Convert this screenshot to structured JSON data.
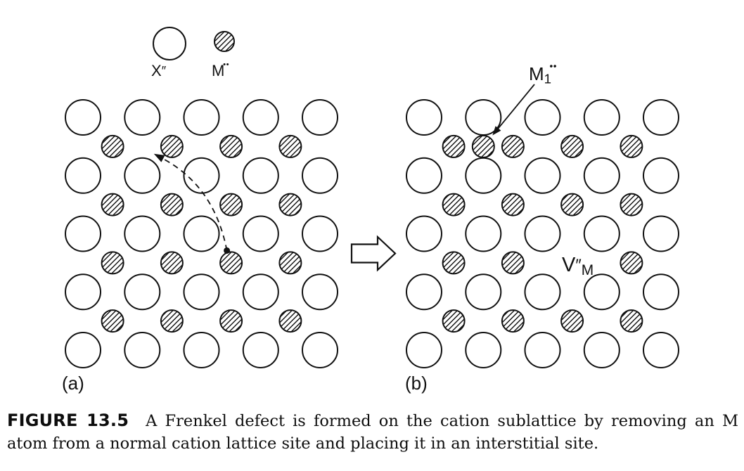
{
  "colors": {
    "ink": "#111111",
    "paper": "#ffffff"
  },
  "legend": {
    "anion_label": {
      "parts": [
        {
          "t": "X",
          "kind": "base"
        },
        {
          "t": "″",
          "kind": "prime"
        }
      ]
    },
    "cation_label": {
      "parts": [
        {
          "t": "M",
          "kind": "base"
        },
        {
          "t": "••",
          "kind": "dots"
        }
      ]
    }
  },
  "panels": {
    "a_label": "(a)",
    "b_label": "(b)"
  },
  "annotations": {
    "interstitial_label": {
      "parts": [
        {
          "t": "M",
          "kind": "base"
        },
        {
          "t": "1",
          "kind": "sub"
        },
        {
          "t": "••",
          "kind": "dots"
        }
      ]
    },
    "vacancy_label": {
      "parts": [
        {
          "t": "V",
          "kind": "base"
        },
        {
          "t": "″",
          "kind": "prime"
        },
        {
          "t": "M",
          "kind": "sub"
        }
      ]
    }
  },
  "caption": {
    "label": "FIGURE 13.5",
    "text": "A Frenkel defect is formed on the cation sublattice by removing an M atom from a normal cation lattice site and placing it in an interstitial site."
  },
  "lattice": {
    "anion_cols": 5,
    "anion_rows": 5,
    "cation_cols": 4,
    "cation_rows": 4,
    "col_spacing": 84.25,
    "row_spacing": 82.75,
    "anion_radius": 25,
    "cation_radius": 15.5,
    "panel_a_origin": [
      118,
      167
    ],
    "panel_b_origin": [
      603,
      167
    ],
    "panel_a": {
      "vacancies": [],
      "interstitials": [],
      "moving_cation_site": [
        2,
        2
      ],
      "target_interstitial_site": [
        1,
        0
      ]
    },
    "panel_b": {
      "vacancies": [
        [
          2,
          2
        ]
      ],
      "interstitials": [
        [
          1,
          0
        ]
      ]
    }
  }
}
